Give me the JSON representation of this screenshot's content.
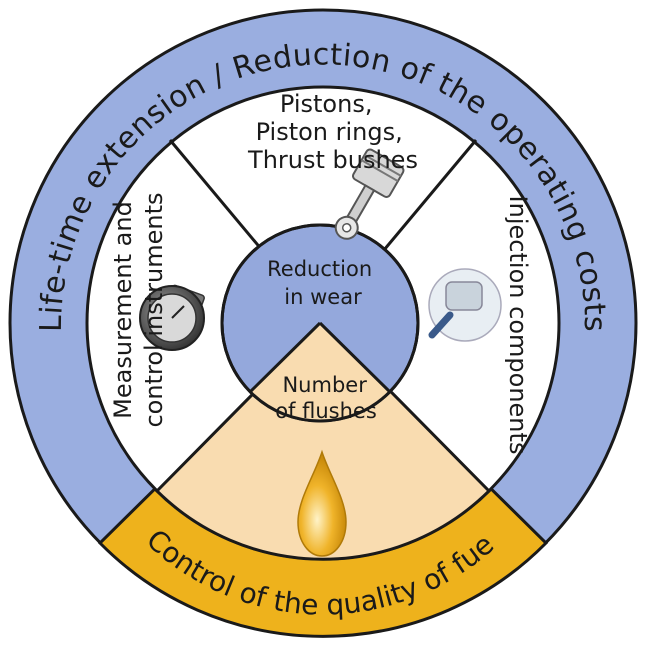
{
  "outer_ring": {
    "top_label": "Life-time extension / Reduction of the operating costs",
    "bottom_label": "Control of the quality of fuel"
  },
  "segments": {
    "top": [
      "Pistons,",
      "Piston rings,",
      "Thrust bushes"
    ],
    "left": [
      "Measurement and",
      "control instruments"
    ],
    "right": "Injection components"
  },
  "hub": {
    "upper": [
      "Reduction",
      "in wear"
    ],
    "lower": [
      "Number",
      "of flushes"
    ]
  },
  "colors": {
    "ring_blue": "#9aaee0",
    "hub_blue": "#94a8dc",
    "fuel_yellow": "#eeb21c",
    "sector_cream": "#f9dcb0",
    "outline": "#1a1a1a",
    "drop": "#e6a514"
  }
}
